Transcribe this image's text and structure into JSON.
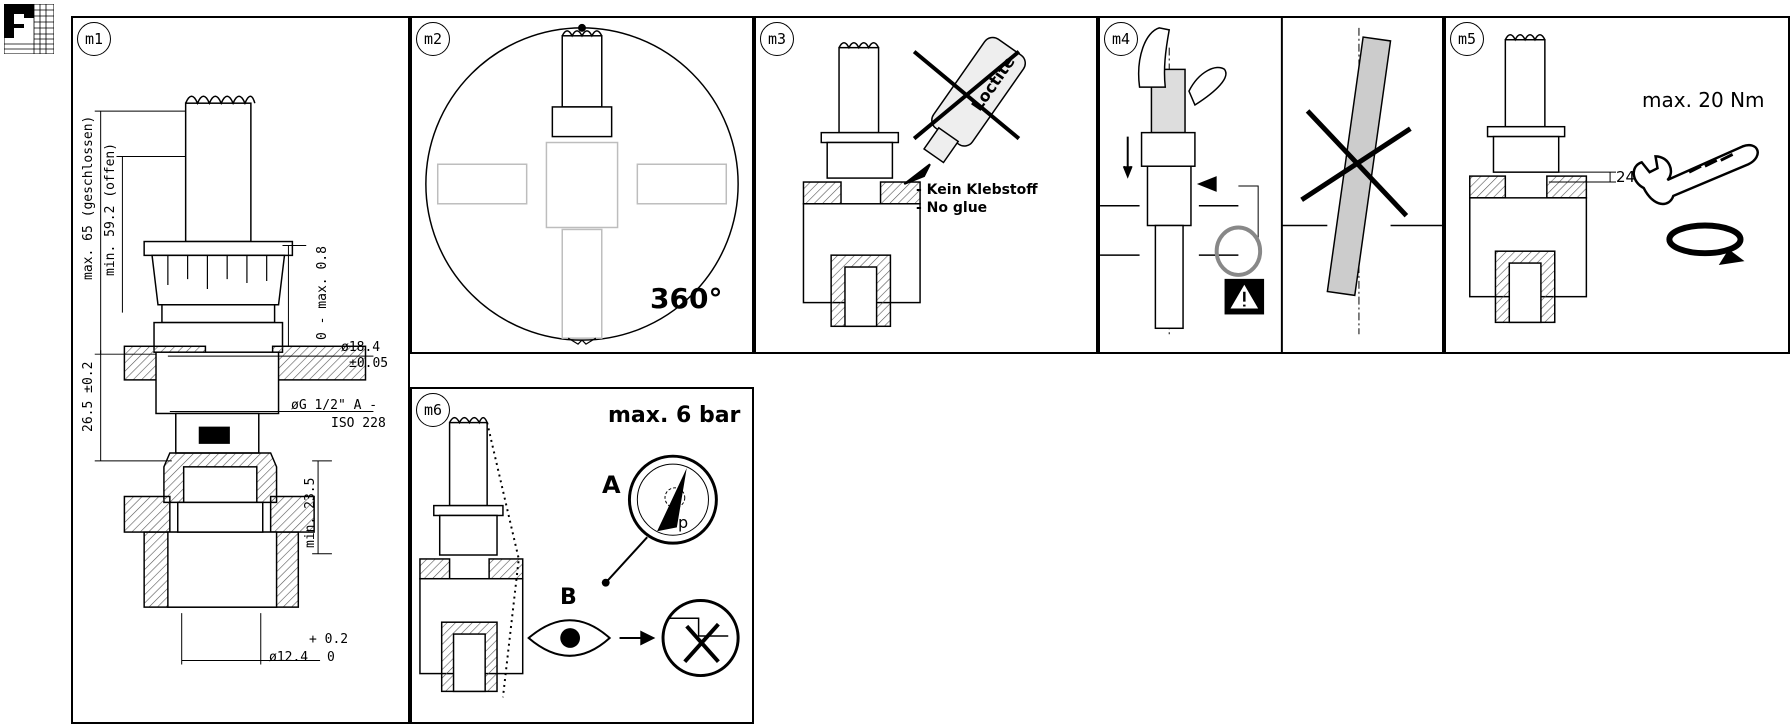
{
  "colors": {
    "ink": "#000000",
    "hatch": "#555555",
    "ghost": "#bdbdbd"
  },
  "icons": [
    "brand-logo-icon",
    "loctite-bottle-icon",
    "fingers-icon",
    "o-ring-icon",
    "warning-icon",
    "torque-wrench-icon",
    "rotate-arrow-icon",
    "pressure-gauge-icon",
    "eye-icon",
    "leak-check-icon",
    "cross-icon"
  ],
  "panels": {
    "m1": {
      "label": "m1",
      "dims": {
        "max_height": "max. 65 (geschlossen)",
        "min_height": "min. 59.2 (offen)",
        "gap": "0 - max. 0.8",
        "dia_1": "ø18.4",
        "dia_1_tol": "±0.05",
        "thread": "øG 1/2\" A -",
        "thread_std": "ISO 228",
        "height_total": "26.5 ±0.2",
        "min_depth": "min. 23.5",
        "tol_upper": "+ 0.2",
        "dia_2": "ø12.4",
        "tol_lower": "0"
      }
    },
    "m2": {
      "label": "m2",
      "angle": "360°"
    },
    "m3": {
      "label": "m3",
      "note_1": "- Kein Klebstoff",
      "note_2": "- No glue",
      "bottle_text": "Loctite"
    },
    "m4": {
      "label": "m4"
    },
    "m5": {
      "label": "m5",
      "torque": "max. 20 Nm",
      "wrench_size": "24"
    },
    "m6": {
      "label": "m6",
      "pressure": "max. 6 bar",
      "mark_a": "A",
      "mark_b": "B",
      "gauge_p": "p"
    }
  }
}
